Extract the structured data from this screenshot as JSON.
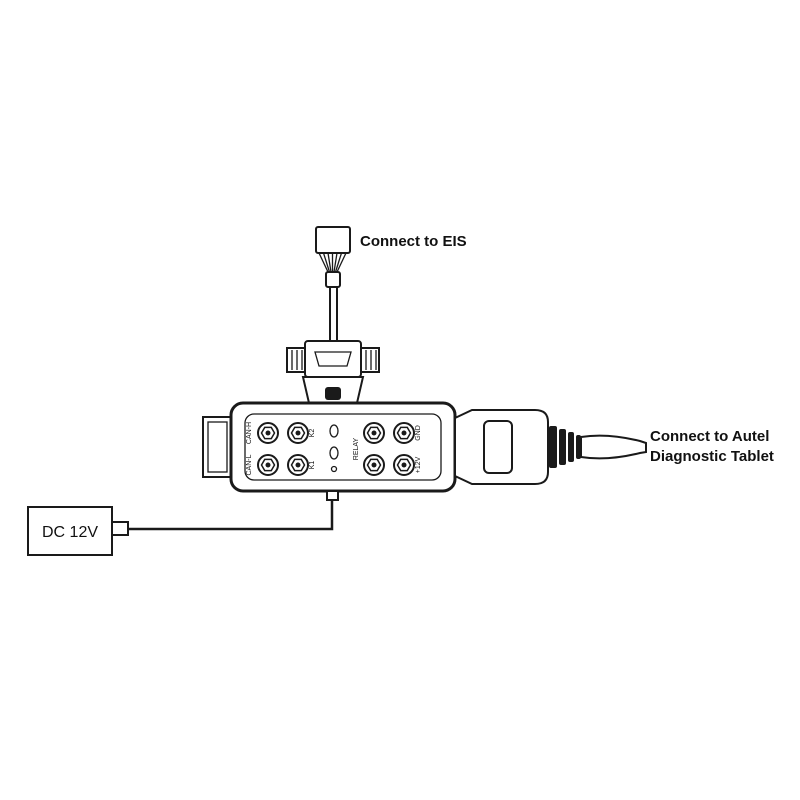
{
  "diagram": {
    "labels": {
      "eis": "Connect to EIS",
      "tablet_line1": "Connect to Autel",
      "tablet_line2": "Diagnostic Tablet",
      "dc": "DC 12V"
    },
    "terminals": {
      "can_h": "CAN-H",
      "can_l": "CAN-L",
      "k2": "K2",
      "k1": "K1",
      "relay": "RELAY",
      "gnd": "GND",
      "plus12v": "+12V"
    },
    "colors": {
      "line": "#1a1a1a",
      "background": "#ffffff"
    }
  }
}
